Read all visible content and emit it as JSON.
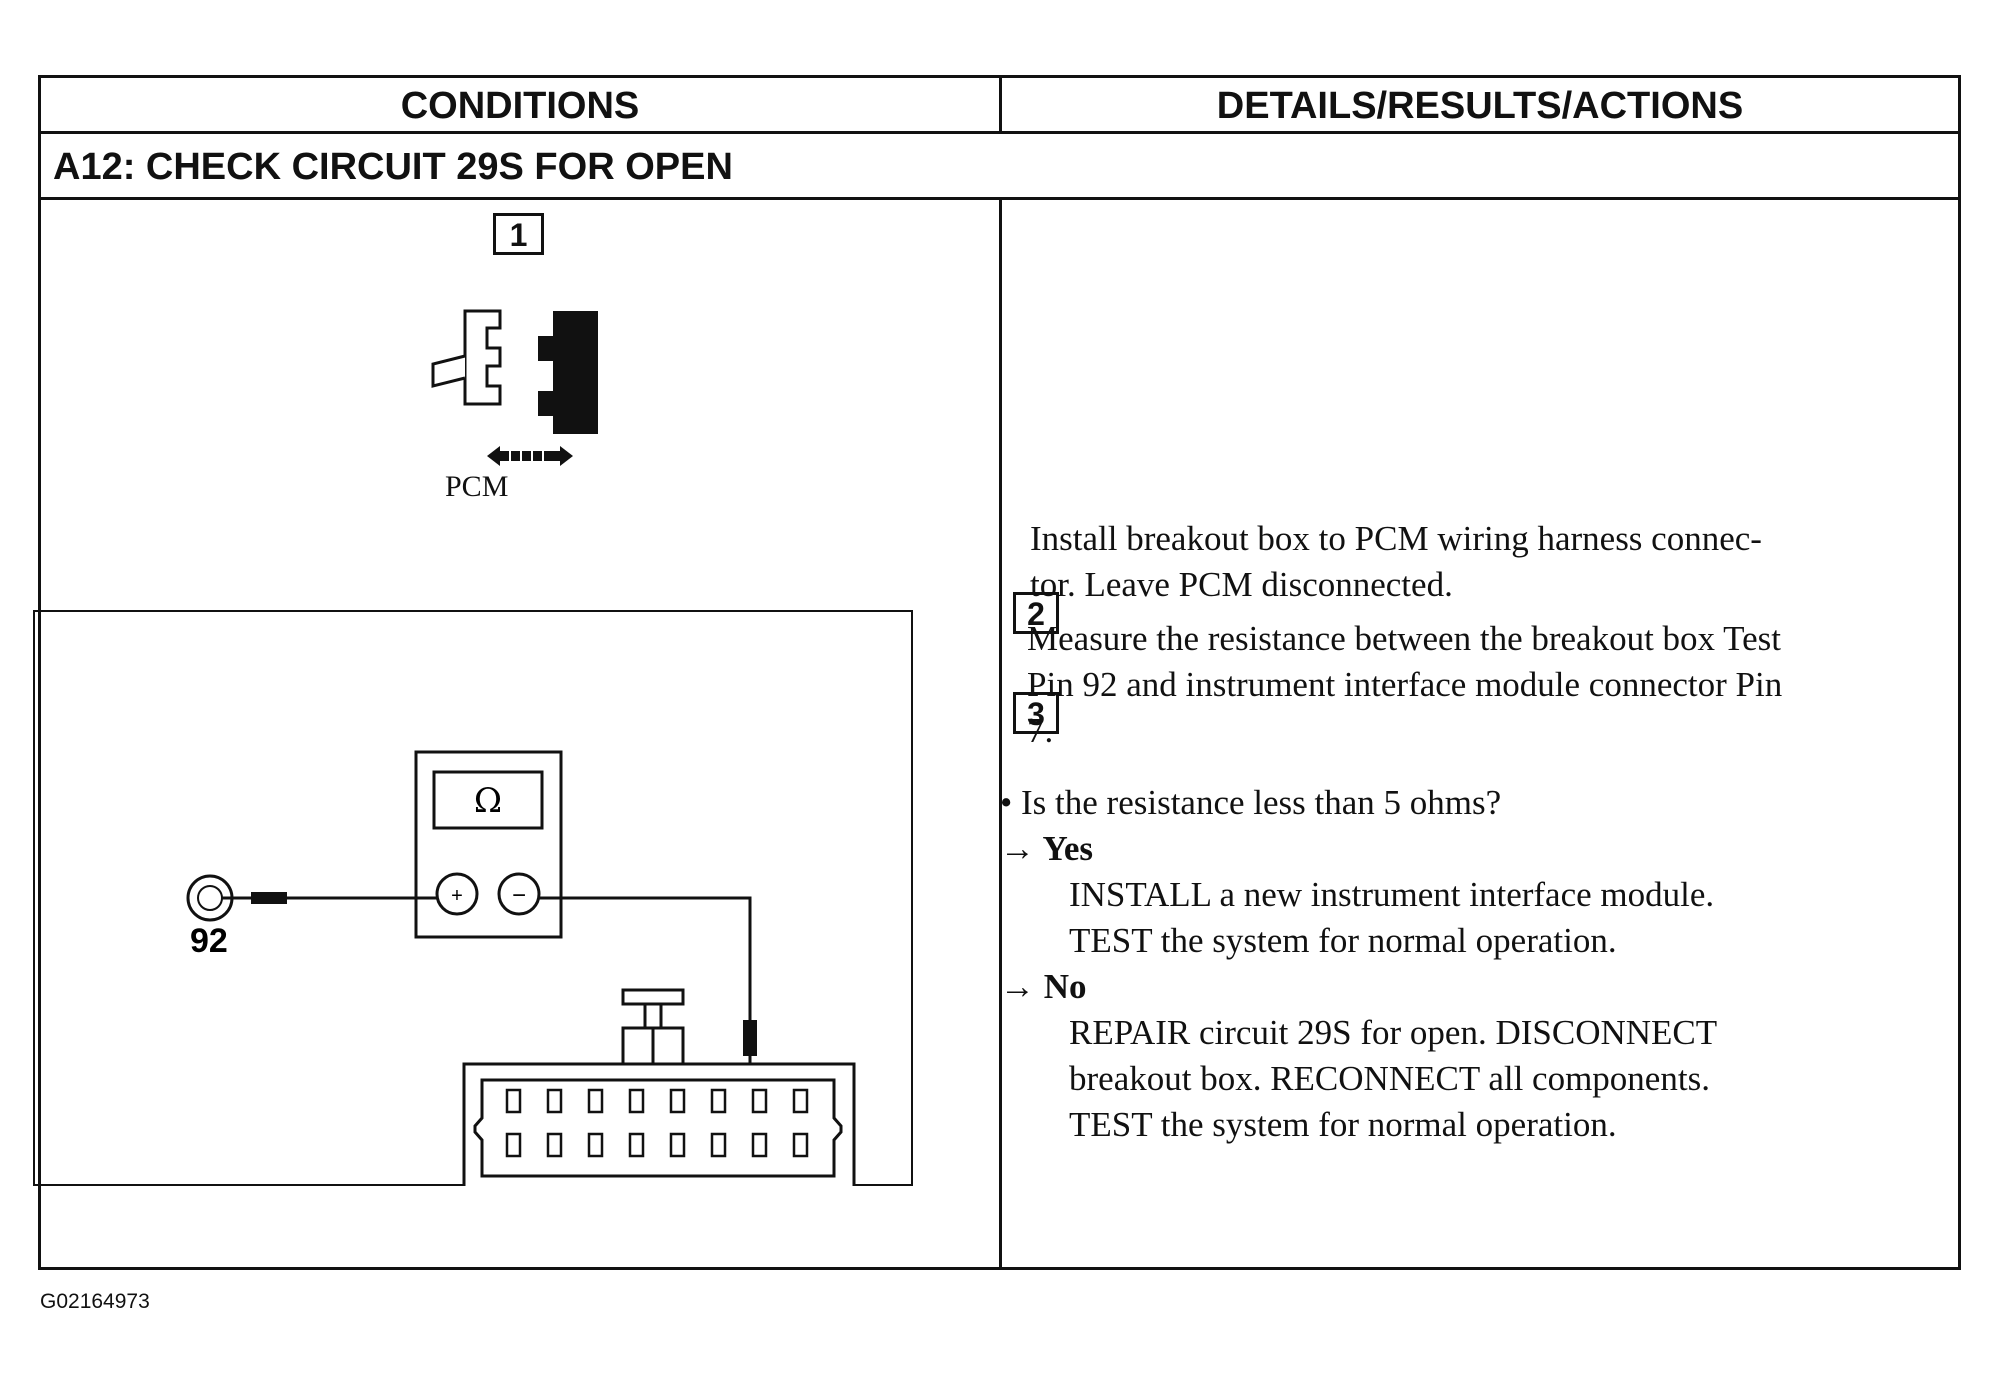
{
  "header": {
    "conditions": "CONDITIONS",
    "details": "DETAILS/RESULTS/ACTIONS"
  },
  "section_title": "A12: CHECK CIRCUIT 29S FOR OPEN",
  "steps": {
    "step1": {
      "number": "1",
      "component_label": "PCM",
      "icon": "connector-disconnect-icon"
    },
    "meter": {
      "symbol": "Ω",
      "plus": "+",
      "minus": "−",
      "probe_label": "92"
    },
    "step2": {
      "number": "2",
      "lines": [
        "Install breakout box to PCM wiring harness connec-",
        "tor. Leave PCM disconnected."
      ]
    },
    "step3": {
      "number": "3",
      "lines": [
        "Measure the resistance between the breakout box Test",
        "Pin 92 and instrument interface module connector Pin",
        "7."
      ]
    }
  },
  "question": "• Is the resistance less than 5 ohms?",
  "yes": {
    "label": "→ Yes",
    "lines": [
      "INSTALL a new instrument interface module.",
      "TEST the system for normal operation."
    ]
  },
  "no": {
    "label": "→ No",
    "lines": [
      "REPAIR circuit 29S for open. DISCONNECT",
      "breakout box. RECONNECT all components.",
      "TEST the system for normal operation."
    ]
  },
  "figure_id": "G02164973"
}
